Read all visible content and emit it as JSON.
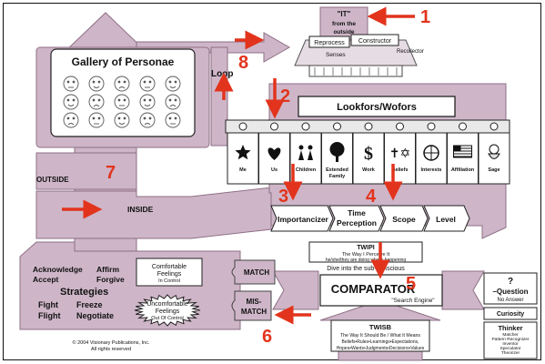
{
  "colors": {
    "band": "#ceb6c8",
    "band_edge": "#8e6f86",
    "band_dark": "#b596ad",
    "arrow": "#e2341d",
    "ink": "#111111"
  },
  "numbers": {
    "n1": "1",
    "n2": "2",
    "n3": "3",
    "n4": "4",
    "n5": "5",
    "n6": "6",
    "n7": "7",
    "n8": "8"
  },
  "it_box": {
    "quote": "\"IT\"",
    "line1": "from the",
    "line2": "outside"
  },
  "source_labels": {
    "reprocess": "Reprocess",
    "constructor": "Constructor",
    "recollector": "Recollector",
    "senses": "Senses"
  },
  "gallery": {
    "title": "Gallery of Personae"
  },
  "loop": {
    "label": "Loop"
  },
  "lookfors": {
    "title": "Lookfors/Wofors"
  },
  "filters": [
    {
      "label": "Me",
      "icon": "star-icon"
    },
    {
      "label": "Us",
      "icon": "heart-icon"
    },
    {
      "label": "Children",
      "icon": "children-icon"
    },
    {
      "label": "Extended Family",
      "icon": "tree-icon"
    },
    {
      "label": "Work",
      "icon": "dollar-icon"
    },
    {
      "label": "Beliefs",
      "icon": "religious-symbols-icon"
    },
    {
      "label": "Interests",
      "icon": "interests-icon"
    },
    {
      "label": "Affiliation",
      "icon": "flag-icon"
    },
    {
      "label": "Sage",
      "icon": "sage-icon"
    }
  ],
  "outside_label": "OUTSIDE",
  "inside_label": "INSIDE",
  "processors": {
    "importancizer": "Importancizer",
    "time_perception": "Time Perception",
    "scope": "Scope",
    "level": "Level"
  },
  "twipi": {
    "title": "TWIPI",
    "line1": "The Way I Perceive It",
    "line2": "he/she/they are doing what's happening",
    "dive": "Dive into the sub-conscious"
  },
  "comparator": {
    "title": "COMPARATOR",
    "subtitle": "\"Search Engine\""
  },
  "twisb": {
    "title": "TWISB",
    "line1": "The Way It Should Be / What It Means",
    "line2": "Beliefs•Rules•Learnings•Expectations,",
    "line3": "Hopes•Wants•Judgments•Decisions•Values"
  },
  "strategies": {
    "acknowledge": "Acknowledge",
    "affirm": "Affirm",
    "accept": "Accept",
    "forgive": "Forgive",
    "title": "Strategies",
    "fight": "Fight",
    "freeze": "Freeze",
    "flight": "Flight",
    "negotiate": "Negotiate"
  },
  "feelings": {
    "comfortable_1": "Comfortable",
    "comfortable_2": "Feelings",
    "comfortable_3": "In Control",
    "uncomfortable_1": "Uncomfortable",
    "uncomfortable_2": "Feelings",
    "uncomfortable_3": "Out Of Control"
  },
  "match": {
    "match": "MATCH",
    "mismatch_1": "MIS-",
    "mismatch_2": "MATCH"
  },
  "question": {
    "mark": "?",
    "title": "Question",
    "subtitle": "No Answer"
  },
  "curiosity": "Curiosity",
  "thinker": {
    "title": "Thinker",
    "l1": "Matcher",
    "l2": "Pattern Recognizer",
    "l3": "Inventor",
    "l4": "Speculator",
    "l5": "Theorizer"
  },
  "copyright": {
    "line1": "© 2004 Visionary Publications, Inc.",
    "line2": "All rights reserved"
  }
}
